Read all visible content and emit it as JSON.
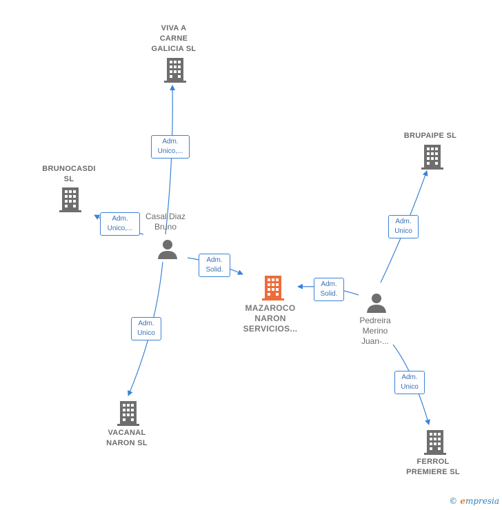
{
  "colors": {
    "edge": "#3b82d6",
    "company_icon": "#6e6e6e",
    "focus_icon": "#ef6c3a",
    "person_icon": "#6e6e6e"
  },
  "nodes": {
    "viva": {
      "label": "VIVA A\nCARNE\nGALICIA  SL",
      "icon": "building-icon"
    },
    "brunocasdi": {
      "label": "BRUNOCASDI\nSL",
      "icon": "building-icon"
    },
    "casal": {
      "label": "Casal Diaz\nBruno",
      "icon": "person-icon"
    },
    "mazaroco": {
      "label": "MAZAROCO\nNARON\nSERVICIOS...",
      "icon": "building-icon"
    },
    "vacanal": {
      "label": "VACANAL\nNARON  SL",
      "icon": "building-icon"
    },
    "brupaipe": {
      "label": "BRUPAIPE  SL",
      "icon": "building-icon"
    },
    "pedreira": {
      "label": "Pedreira\nMerino\nJuan-...",
      "icon": "person-icon"
    },
    "ferrol": {
      "label": "FERROL\nPREMIERE  SL",
      "icon": "building-icon"
    }
  },
  "edges": {
    "casal_viva": "Adm.\nUnico,...",
    "casal_brunocasdi": "Adm.\nUnico,...",
    "casal_mazaroco": "Adm.\nSolid.",
    "casal_vacanal": "Adm.\nUnico",
    "pedreira_mazaroco": "Adm.\nSolid.",
    "pedreira_brupaipe": "Adm.\nUnico",
    "pedreira_ferrol": "Adm.\nUnico"
  },
  "footer": {
    "copyright": "©",
    "brand_initial": "e",
    "brand_rest": "mpresia"
  }
}
